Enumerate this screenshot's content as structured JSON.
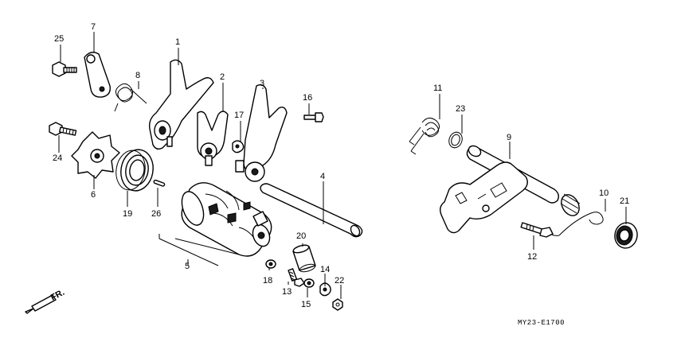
{
  "diagram": {
    "figure_code": "MY23-E1700",
    "direction_label": "FR.",
    "callouts": [
      "1",
      "2",
      "3",
      "4",
      "5",
      "6",
      "7",
      "8",
      "9",
      "10",
      "11",
      "12",
      "13",
      "14",
      "15",
      "16",
      "17",
      "18",
      "19",
      "20",
      "21",
      "22",
      "23",
      "24",
      "25",
      "26"
    ]
  }
}
